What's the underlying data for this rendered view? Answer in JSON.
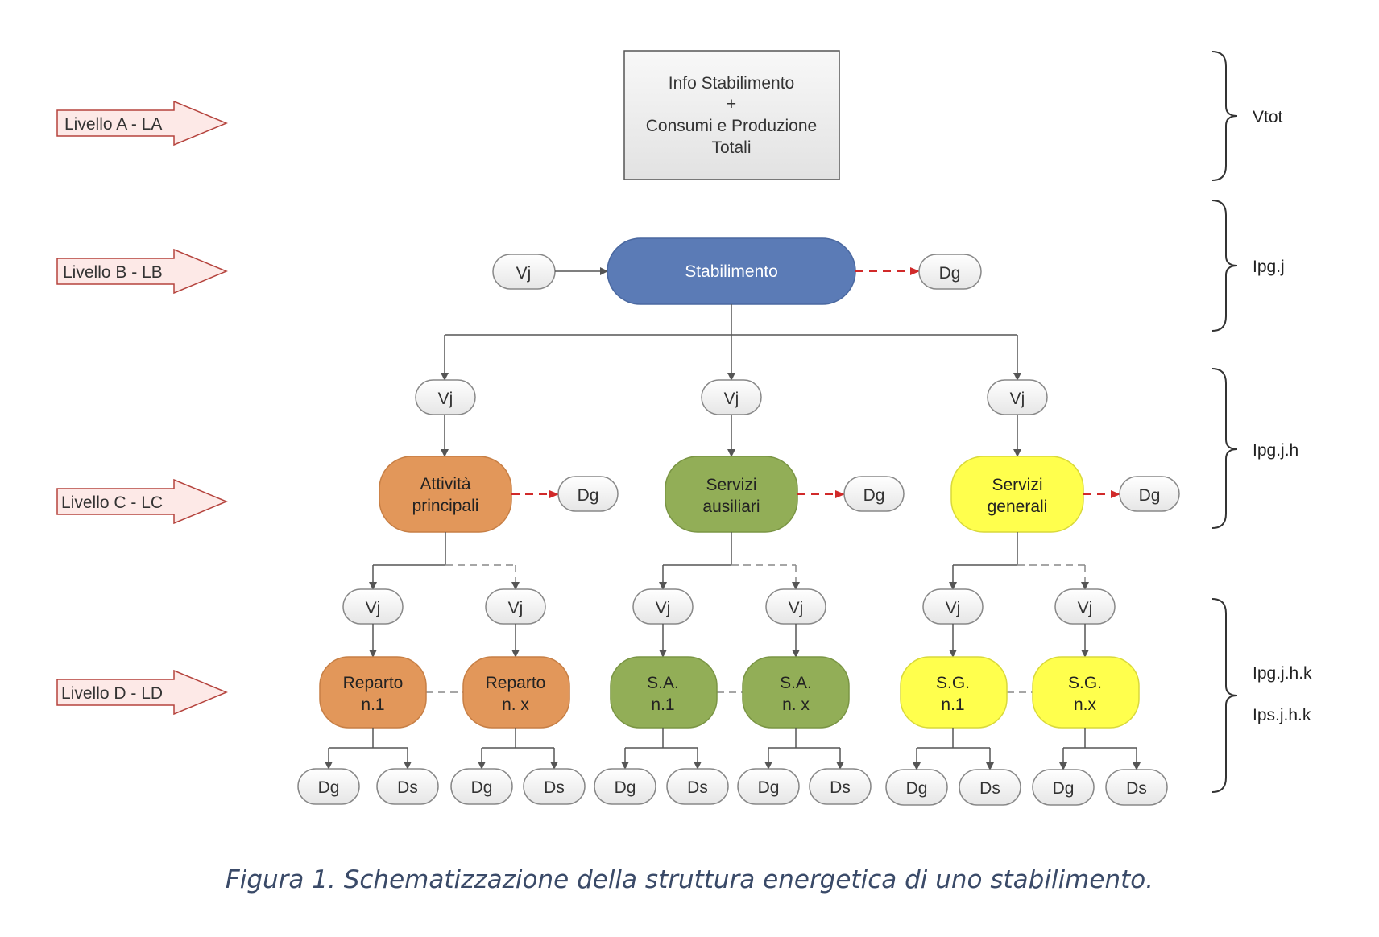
{
  "levels": {
    "a": "Livello A - LA",
    "b": "Livello B - LB",
    "c": "Livello C - LC",
    "d": "Livello D - LD"
  },
  "info_box": {
    "line1": "Info Stabilimento",
    "line2": "+",
    "line3": "Consumi e Produzione",
    "line4": "Totali"
  },
  "stabilimento": "Stabilimento",
  "nodes": {
    "vj": "Vj",
    "dg": "Dg",
    "ds": "Ds"
  },
  "level_c": {
    "attivita_1": "Attività",
    "attivita_2": "principali",
    "servizi_aus_1": "Servizi",
    "servizi_aus_2": "ausiliari",
    "servizi_gen_1": "Servizi",
    "servizi_gen_2": "generali"
  },
  "level_d": {
    "reparto": "Reparto",
    "reparto_n1": "n.1",
    "reparto_nx": "n. x",
    "sa": "S.A.",
    "sa_n1": "n.1",
    "sa_nx": "n. x",
    "sg": "S.G.",
    "sg_n1": "n.1",
    "sg_nx": "n.x"
  },
  "brackets": {
    "a": "Vtot",
    "b": "Ipg.j",
    "c": "Ipg.j.h",
    "d1": "Ipg.j.h.k",
    "d2": "Ips.j.h.k"
  },
  "caption": "Figura 1. Schematizzazione della struttura energetica di uno stabilimento.",
  "colors": {
    "stabilimento": "#5b7bb6",
    "attivita": "#e2975a",
    "servizi_ausiliari": "#92ae57",
    "servizi_generali": "#ffff4d",
    "level_arrow_fill": "#fde9e7",
    "level_arrow_stroke": "#b5433d",
    "dashed_arrow": "#d12a2a"
  }
}
